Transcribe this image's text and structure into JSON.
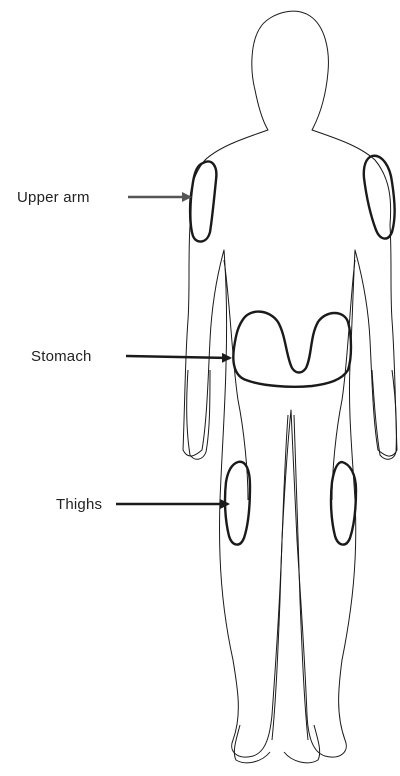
{
  "labels": {
    "upper_arm": "Upper arm",
    "stomach": "Stomach",
    "thighs": "Thighs"
  },
  "colors": {
    "outline": "#1a1a1a",
    "arrow_upper_arm": "#555555",
    "arrow_stomach": "#1a1a1a",
    "arrow_thighs": "#1a1a1a"
  },
  "icons": {
    "arrow": "arrow-right-icon"
  }
}
